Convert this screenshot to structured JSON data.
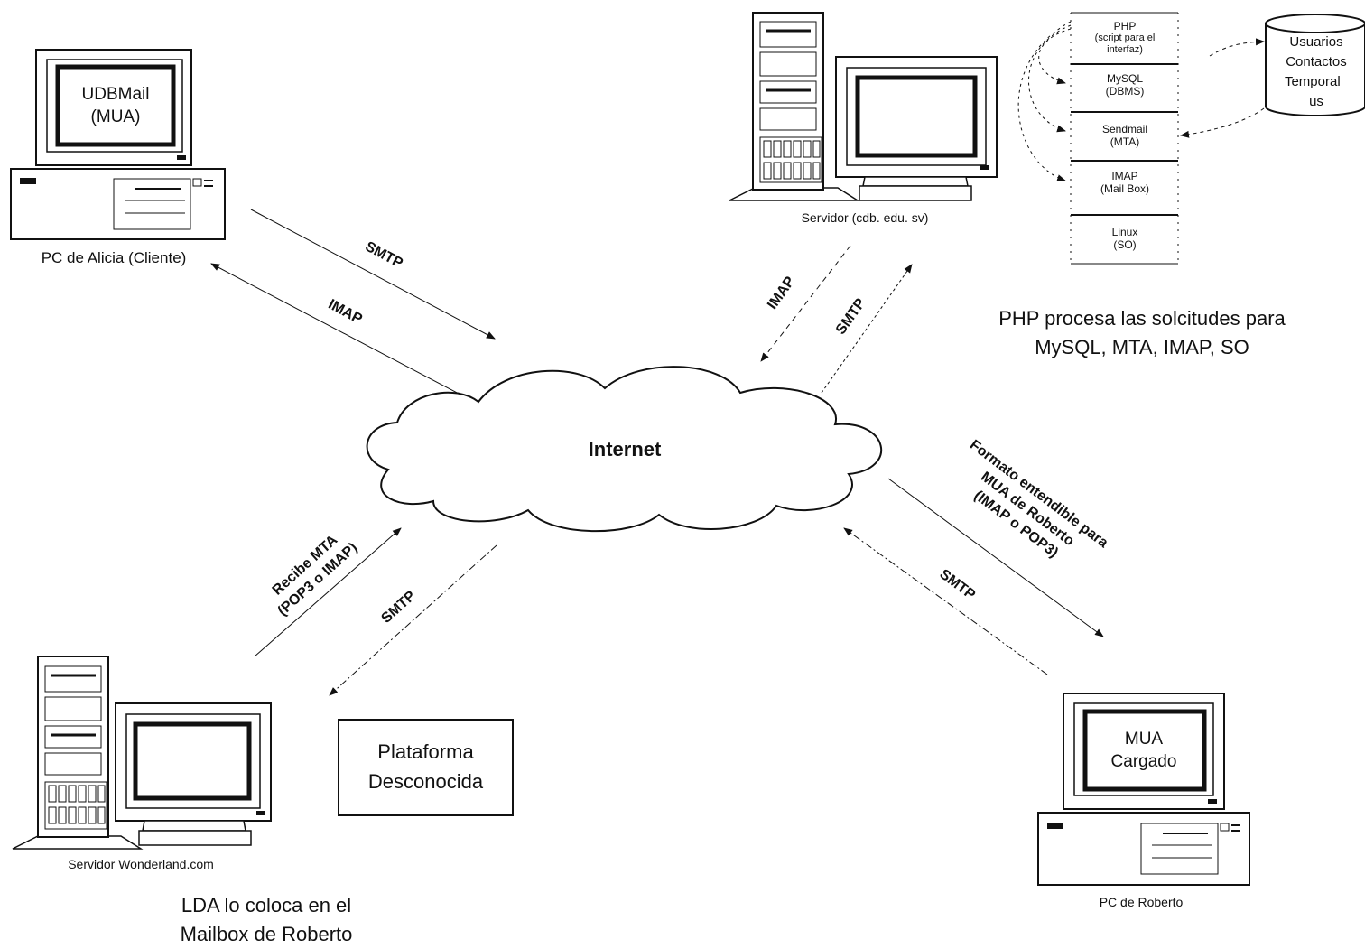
{
  "cloud_label": "Internet",
  "alicia": {
    "screen_line1": "UDBMail",
    "screen_line2": "(MUA)",
    "caption": "PC de Alicia (Cliente)"
  },
  "alicia_links": {
    "smtp": "SMTP",
    "imap": "IMAP"
  },
  "server": {
    "caption": "Servidor (cdb. edu. sv)"
  },
  "server_links": {
    "imap": "IMAP",
    "smtp": "SMTP"
  },
  "stack": [
    {
      "name": "PHP",
      "detail": [
        "(script para el",
        "interfaz)"
      ]
    },
    {
      "name": "MySQL",
      "detail": [
        "(DBMS)"
      ]
    },
    {
      "name": "Sendmail",
      "detail": [
        "(MTA)"
      ]
    },
    {
      "name": "IMAP",
      "detail": [
        "(Mail Box)"
      ]
    },
    {
      "name": "Linux",
      "detail": [
        "(SO)"
      ]
    }
  ],
  "database": {
    "lines": [
      "Usuarios",
      "Contactos",
      "Temporal_",
      "us"
    ]
  },
  "php_note": {
    "line1": "PHP procesa las solcitudes para",
    "line2": "MySQL, MTA, IMAP, SO"
  },
  "wonderland": {
    "caption": "Servidor Wonderland.com",
    "note_line1": "LDA lo coloca en el",
    "note_line2": "Mailbox de Roberto"
  },
  "wonderland_links": {
    "recibe_line1": "Recibe MTA",
    "recibe_line2": "(POP3 o IMAP)",
    "smtp": "SMTP"
  },
  "platform_box": {
    "line1": "Plataforma",
    "line2": "Desconocida"
  },
  "roberto": {
    "screen_line1": "MUA",
    "screen_line2": "Cargado",
    "caption": "PC de Roberto"
  },
  "roberto_links": {
    "formato_line1": "Formato entendible para",
    "formato_line2": "MUA de Roberto",
    "formato_line3": "(IMAP o POP3)",
    "smtp": "SMTP"
  }
}
